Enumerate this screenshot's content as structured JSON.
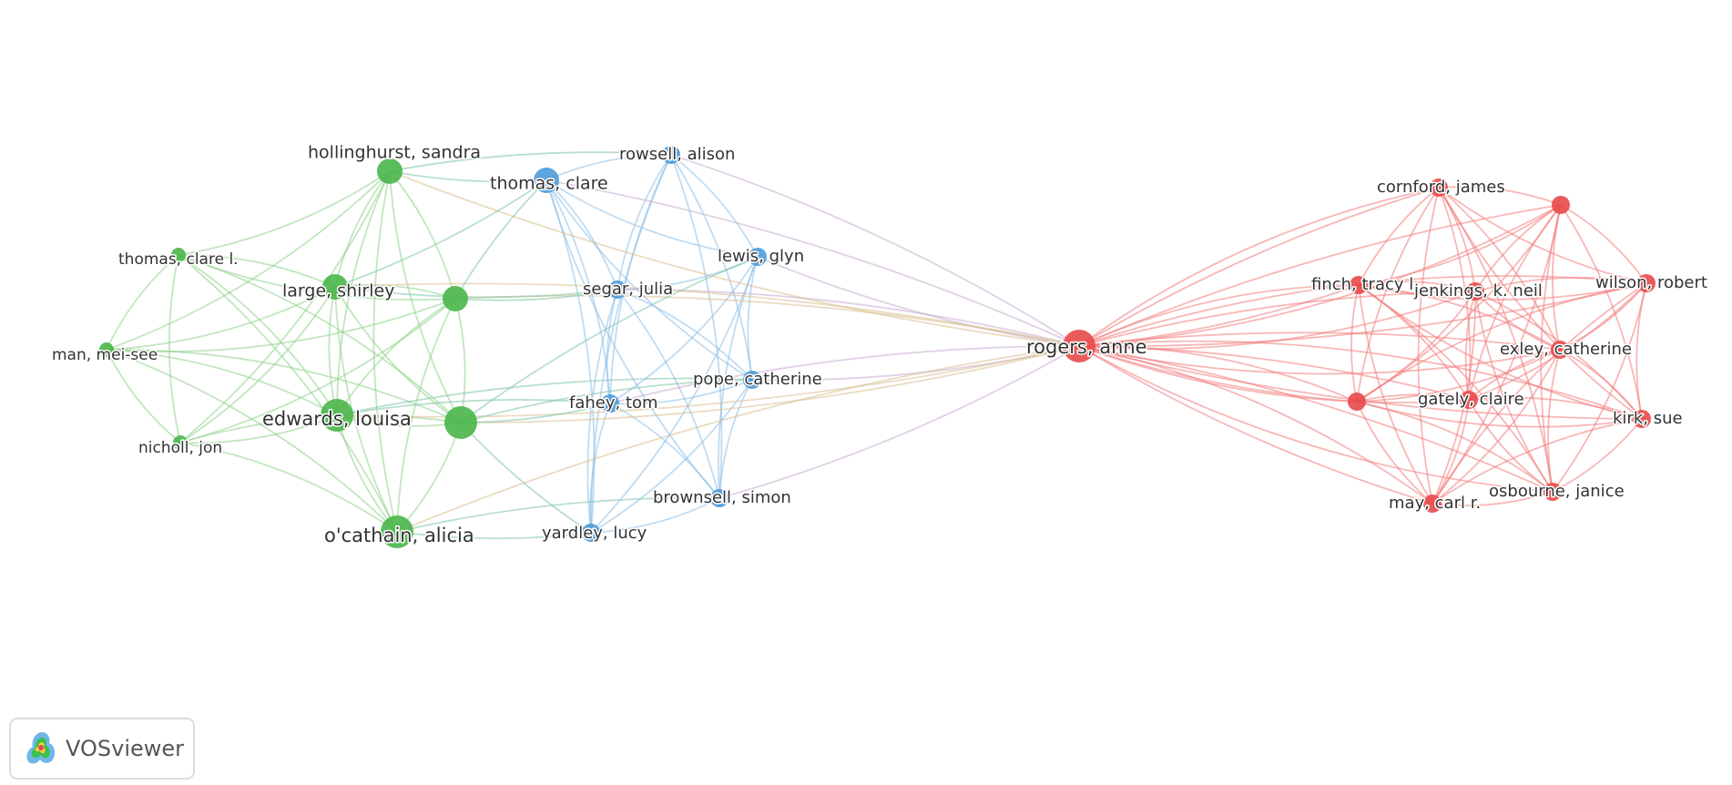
{
  "diagram": {
    "clusters": {
      "red": "#e8494a",
      "green": "#49b649",
      "blue": "#4d9ad9"
    },
    "cluster_link_colors": {
      "red": "#f27b7b",
      "green": "#8fd18a",
      "blue": "#8dbfe8"
    },
    "nodes": [
      {
        "id": "hollinghurst",
        "label": "hollinghurst, sandra",
        "cluster": "green",
        "weight": 3
      },
      {
        "id": "thomas_clare_l",
        "label": "thomas, clare l.",
        "cluster": "green",
        "weight": 1
      },
      {
        "id": "large",
        "label": "large, shirley",
        "cluster": "green",
        "weight": 3
      },
      {
        "id": "man",
        "label": "man, mei-see",
        "cluster": "green",
        "weight": 1
      },
      {
        "id": "edwards",
        "label": "edwards, louisa",
        "cluster": "green",
        "weight": 4
      },
      {
        "id": "nicholl",
        "label": "nicholl, jon",
        "cluster": "green",
        "weight": 1
      },
      {
        "id": "ocathain",
        "label": "o'cathain, alicia",
        "cluster": "green",
        "weight": 4
      },
      {
        "id": "green_a",
        "label": "",
        "cluster": "green",
        "weight": 3
      },
      {
        "id": "green_b",
        "label": "",
        "cluster": "green",
        "weight": 4
      },
      {
        "id": "thomas_clare",
        "label": "thomas, clare",
        "cluster": "blue",
        "weight": 3
      },
      {
        "id": "rowsell",
        "label": "rowsell, alison",
        "cluster": "blue",
        "weight": 2
      },
      {
        "id": "lewis",
        "label": "lewis, glyn",
        "cluster": "blue",
        "weight": 2
      },
      {
        "id": "segar",
        "label": "segar, julia",
        "cluster": "blue",
        "weight": 2
      },
      {
        "id": "pope",
        "label": "pope, catherine",
        "cluster": "blue",
        "weight": 2
      },
      {
        "id": "fahey",
        "label": "fahey, tom",
        "cluster": "blue",
        "weight": 2
      },
      {
        "id": "brownsell",
        "label": "brownsell, simon",
        "cluster": "blue",
        "weight": 2
      },
      {
        "id": "yardley",
        "label": "yardley, lucy",
        "cluster": "blue",
        "weight": 2
      },
      {
        "id": "rogers",
        "label": "rogers, anne",
        "cluster": "red",
        "weight": 4
      },
      {
        "id": "cornford",
        "label": "cornford, james",
        "cluster": "red",
        "weight": 2
      },
      {
        "id": "red_a",
        "label": "",
        "cluster": "red",
        "weight": 2
      },
      {
        "id": "finch",
        "label": "finch, tracy l.",
        "cluster": "red",
        "weight": 2
      },
      {
        "id": "jenkings",
        "label": "jenkings, k. neil",
        "cluster": "red",
        "weight": 2
      },
      {
        "id": "wilson",
        "label": "wilson, robert",
        "cluster": "red",
        "weight": 2
      },
      {
        "id": "exley",
        "label": "exley, catherine",
        "cluster": "red",
        "weight": 2
      },
      {
        "id": "red_b",
        "label": "",
        "cluster": "red",
        "weight": 2
      },
      {
        "id": "gately",
        "label": "gately, claire",
        "cluster": "red",
        "weight": 2
      },
      {
        "id": "kirk",
        "label": "kirk, sue",
        "cluster": "red",
        "weight": 2
      },
      {
        "id": "osbourne",
        "label": "osbourne, janice",
        "cluster": "red",
        "weight": 2
      },
      {
        "id": "may",
        "label": "may, carl r.",
        "cluster": "red",
        "weight": 2
      }
    ],
    "cross_links": [
      [
        "rogers",
        "rowsell"
      ],
      [
        "rogers",
        "lewis"
      ],
      [
        "rogers",
        "segar"
      ],
      [
        "rogers",
        "pope"
      ],
      [
        "rogers",
        "fahey"
      ],
      [
        "rogers",
        "brownsell"
      ],
      [
        "rogers",
        "thomas_clare"
      ],
      [
        "rogers",
        "edwards"
      ],
      [
        "rogers",
        "ocathain"
      ],
      [
        "rogers",
        "green_b"
      ],
      [
        "rogers",
        "large"
      ],
      [
        "rogers",
        "hollinghurst"
      ],
      [
        "rogers",
        "green_a"
      ],
      [
        "rogers",
        "cornford"
      ],
      [
        "rogers",
        "finch"
      ],
      [
        "rogers",
        "jenkings"
      ],
      [
        "rogers",
        "wilson"
      ],
      [
        "rogers",
        "exley"
      ],
      [
        "rogers",
        "red_b"
      ],
      [
        "rogers",
        "gately"
      ],
      [
        "rogers",
        "kirk"
      ],
      [
        "rogers",
        "osbourne"
      ],
      [
        "rogers",
        "may"
      ],
      [
        "rogers",
        "red_a"
      ],
      [
        "hollinghurst",
        "thomas_clare"
      ],
      [
        "hollinghurst",
        "rowsell"
      ],
      [
        "large",
        "segar"
      ],
      [
        "edwards",
        "fahey"
      ],
      [
        "ocathain",
        "yardley"
      ],
      [
        "ocathain",
        "brownsell"
      ],
      [
        "green_a",
        "segar"
      ],
      [
        "green_a",
        "thomas_clare"
      ],
      [
        "green_b",
        "fahey"
      ],
      [
        "green_b",
        "pope"
      ],
      [
        "green_b",
        "yardley"
      ],
      [
        "edwards",
        "pope"
      ],
      [
        "large",
        "thomas_clare"
      ],
      [
        "green_b",
        "lewis"
      ]
    ]
  },
  "brand": {
    "name": "VOSviewer",
    "logo_icon": "vosviewer-density-logo-icon"
  }
}
